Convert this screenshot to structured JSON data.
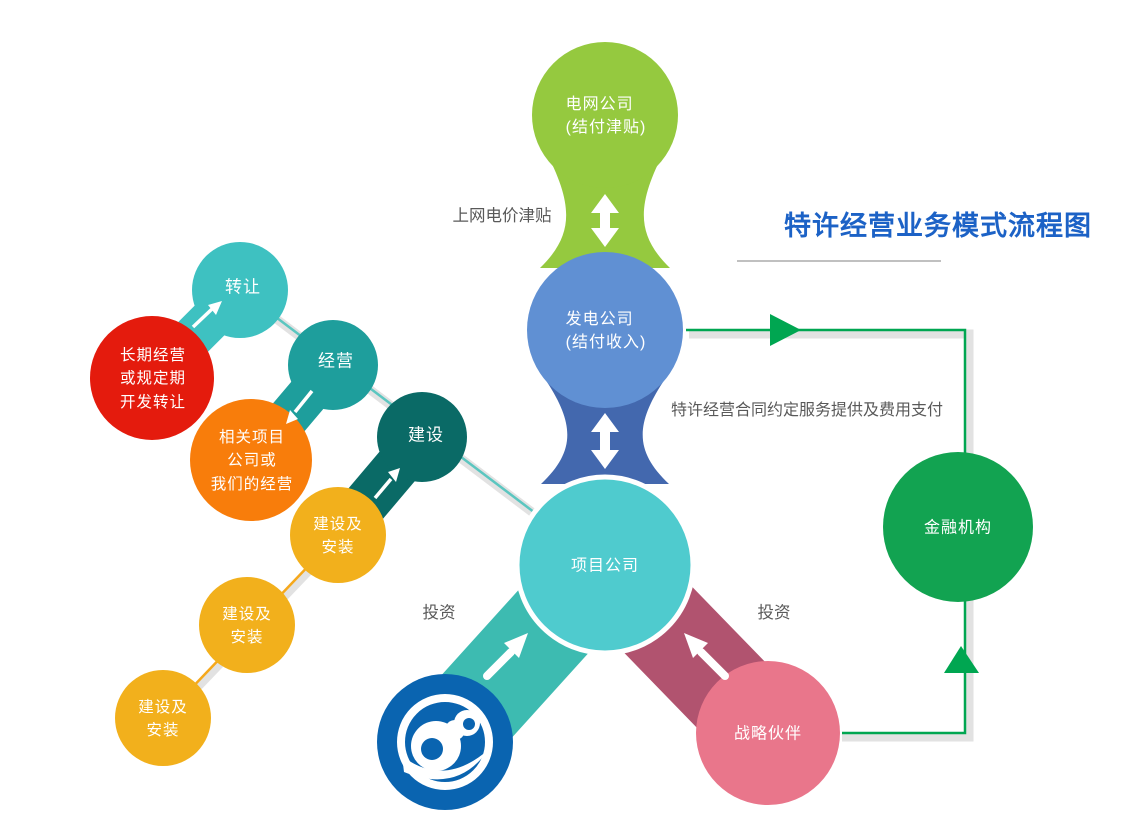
{
  "title": {
    "text": "特许经营业务模式流程图"
  },
  "labels": {
    "grid_subsidy": "上网电价津贴",
    "contract": "特许经营合同约定服务提供及费用支付",
    "invest_left": "投资",
    "invest_right": "投资"
  },
  "nodes": {
    "grid_company": {
      "label": "电网公司\n(结付津贴)",
      "color": "#95C93F"
    },
    "power_company": {
      "label": "发电公司\n(结付收入)",
      "color": "#6090D3"
    },
    "project_company": {
      "label": "项目公司",
      "color": "#4FCBCE"
    },
    "finance": {
      "label": "金融机构",
      "color": "#12A351"
    },
    "partner": {
      "label": "战略伙伴",
      "color": "#E9768B"
    },
    "transfer": {
      "label": "转让",
      "color": "#3EC1C1"
    },
    "operate": {
      "label": "经营",
      "color": "#1E9E9C"
    },
    "build": {
      "label": "建设",
      "color": "#0A6A66"
    },
    "longterm": {
      "label": "长期经营\n或规定期\n开发转让",
      "color": "#E41B0D"
    },
    "related": {
      "label": "相关项目\n公司或\n我们的经营",
      "color": "#F87D0B"
    },
    "build_install_1": {
      "label": "建设及\n安装",
      "color": "#F2B01C"
    },
    "build_install_2": {
      "label": "建设及\n安装",
      "color": "#F2B01C"
    },
    "build_install_3": {
      "label": "建设及\n安装",
      "color": "#F2B01C"
    },
    "investor_logo": {
      "label": "",
      "color": "#0A64B0"
    }
  },
  "icons": {
    "company_logo": "wave-swirl-logo",
    "flow_arrows": "double-headed-arrow"
  },
  "colors": {
    "flow_green": "#00A651",
    "band_gray": "#E2E2E2",
    "band_teal": "#5BC6C0",
    "band_orange": "#F5A81C",
    "hourglass_green": "#95C93F",
    "hourglass_blue": "#4368AE",
    "ribbon_teal": "#3DBBB1",
    "ribbon_pink": "#B1536F",
    "title_blue": "#1C62C6",
    "label_gray": "#595959",
    "underline_gray": "#ABABAB",
    "white": "#FFFFFF"
  }
}
